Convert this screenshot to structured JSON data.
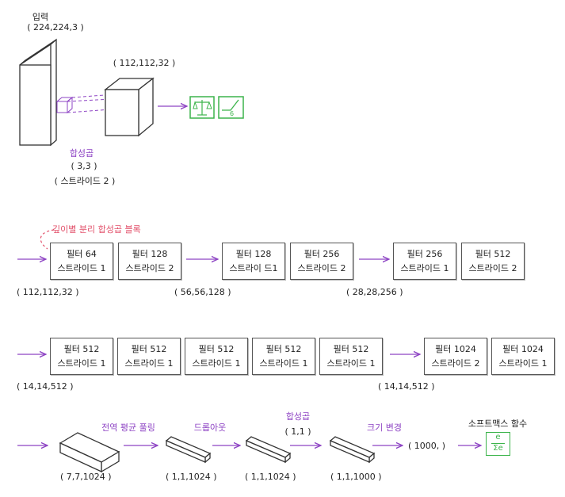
{
  "colors": {
    "accent": "#8e44c4",
    "highlight": "#e2506a",
    "output": "#3cb44b",
    "ink": "#333333"
  },
  "header": {
    "input_title": "입력",
    "input_shape": "( 224,224,3 )",
    "conv_out_shape": "( 112,112,32 )",
    "conv_title": "합성곱",
    "conv_kernel": "( 3,3 )",
    "conv_stride": "( 스트라이드 2 )"
  },
  "row1": {
    "block_title": "깊이별 분리 합성곱 블록",
    "boxes": [
      {
        "filter": "필터 64",
        "stride": "스트라이드 1"
      },
      {
        "filter": "필터 128",
        "stride": "스트라이드 2"
      },
      {
        "filter": "필터 128",
        "stride": "스트라이 드1"
      },
      {
        "filter": "필터 256",
        "stride": "스트라이드 2"
      },
      {
        "filter": "필터 256",
        "stride": "스트라이드 1"
      },
      {
        "filter": "필터 512",
        "stride": "스트라이드 2"
      }
    ],
    "shapes": [
      "( 112,112,32 )",
      "( 56,56,128 )",
      "( 28,28,256 )"
    ]
  },
  "row2": {
    "boxes": [
      {
        "filter": "필터 512",
        "stride": "스트라이드 1"
      },
      {
        "filter": "필터 512",
        "stride": "스트라이드 1"
      },
      {
        "filter": "필터 512",
        "stride": "스트라이드 1"
      },
      {
        "filter": "필터 512",
        "stride": "스트라이드 1"
      },
      {
        "filter": "필터 512",
        "stride": "스트라이드 1"
      },
      {
        "filter": "필터 1024",
        "stride": "스트라이드 2"
      },
      {
        "filter": "필터 1024",
        "stride": "스트라이드 1"
      }
    ],
    "shapes": [
      "( 14,14,512 )",
      "( 14,14,512 )"
    ]
  },
  "row3": {
    "ops": [
      "전역 평균 풀링",
      "드롭아웃",
      "합성곱",
      "크기 변경"
    ],
    "conv_kernel": "( 1,1 )",
    "final_shape": "( 1000, )",
    "softmax_title": "소프트맥스 함수",
    "softmax_num": "e",
    "softmax_den": "Σe",
    "shapes": [
      "( 7,7,1024 )",
      "( 1,1,1024 )",
      "( 1,1,1024 )",
      "( 1,1,1000 )"
    ]
  }
}
